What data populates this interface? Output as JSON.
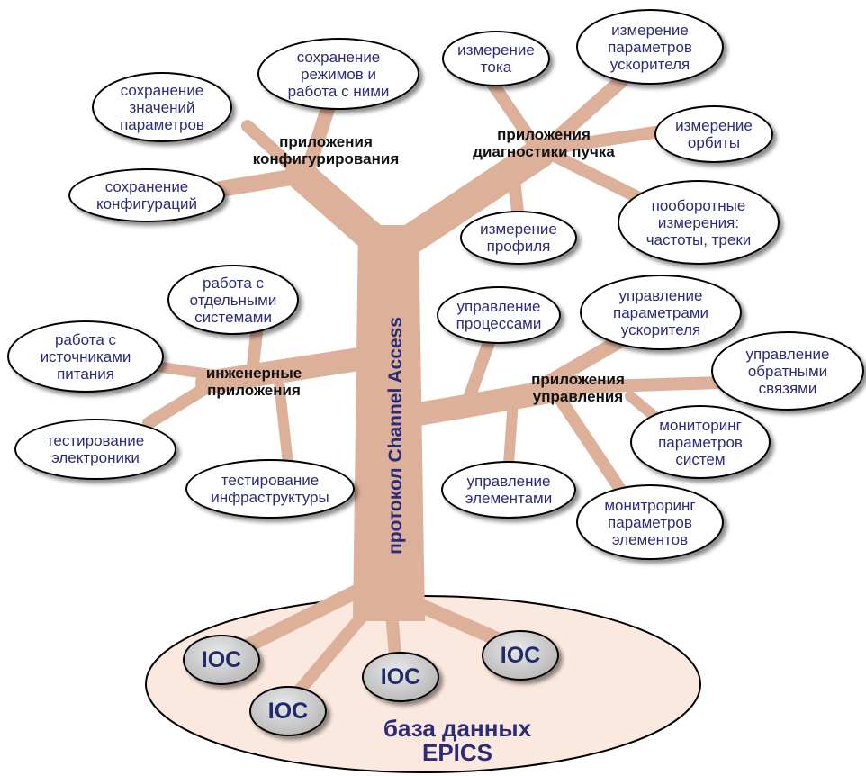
{
  "trunk_label": "протокол Channel Access",
  "database_label": "база данных\nEPICS",
  "ioc_nodes": [
    "IOC",
    "IOC",
    "IOC",
    "IOC"
  ],
  "groups": {
    "configuration": "приложения\nконфигурирования",
    "beam_diagnostics": "приложения\nдиагностики пучка",
    "engineering": "инженерные\nприложения",
    "control": "приложения\nуправления"
  },
  "configuration_leaves": {
    "modes": "сохранение\nрежимов и\nработа с ними",
    "values": "сохранение\nзначений\nпараметров",
    "configs": "сохранение\nконфигураций"
  },
  "diagnostics_leaves": {
    "current": "измерение\nтока",
    "accelerator": "измерение\nпараметров\nускорителя",
    "orbit": "измерение\nорбиты",
    "profile": "измерение\nпрофиля",
    "turn_by_turn": "пооборотные\nизмерения:\nчастоты, треки"
  },
  "engineering_leaves": {
    "systems": "работа с\nотдельными\nсистемами",
    "power": "работа с\nисточниками\nпитания",
    "electronics": "тестирование\nэлектроники",
    "infrastructure": "тестирование\nинфраструктуры"
  },
  "control_leaves": {
    "processes": "управление\nпроцессами",
    "accelerator_params": "управление\nпараметрами\nускорителя",
    "feedback": "управление\nобратными\nсвязями",
    "monitoring_systems": "мониторинг\nпараметров\nсистем",
    "elements": "управление\nэлементами",
    "monitoring_elements": "монитроринг\nпараметров\nэлементов"
  },
  "colors": {
    "branch": "#ddb09a",
    "leaf_text": "#2b2b7a",
    "ground": "#fbe9df",
    "ioc_fill": "#c4c4c4"
  }
}
